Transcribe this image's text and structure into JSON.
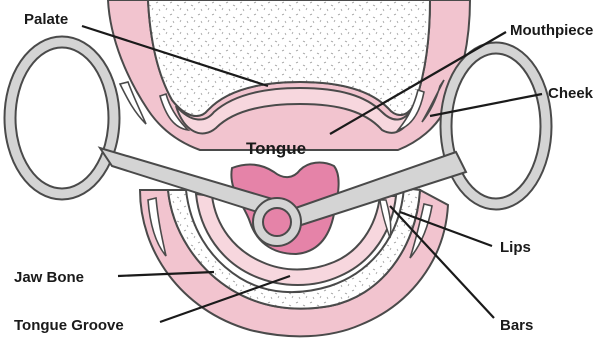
{
  "diagram": {
    "labels": {
      "palate": "Palate",
      "mouthpiece": "Mouthpiece",
      "cheek": "Cheek",
      "tongue": "Tongue",
      "lips": "Lips",
      "jaw_bone": "Jaw Bone",
      "bars": "Bars",
      "tongue_groove": "Tongue Groove"
    },
    "colors": {
      "tissue_pink": "#f2c4cf",
      "gum_pink": "#f7d7de",
      "tongue_pink": "#e583a8",
      "outline": "#4a4a4a",
      "metal": "#d4d4d4",
      "stipple": "#9a9a9a"
    }
  }
}
